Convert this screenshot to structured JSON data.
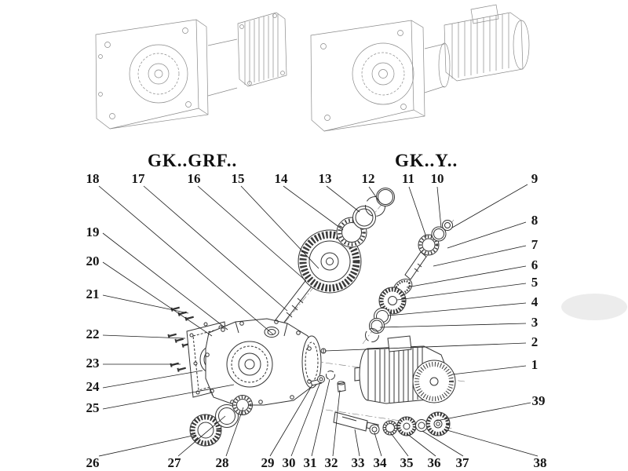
{
  "diagram": {
    "type": "exploded-parts-diagram",
    "subject": "helical-bevel gear reducer exploded view",
    "titles": {
      "left": "GK..GRF..",
      "right": "GK..Y.."
    },
    "callouts": [
      {
        "num": "18"
      },
      {
        "num": "17"
      },
      {
        "num": "16"
      },
      {
        "num": "15"
      },
      {
        "num": "14"
      },
      {
        "num": "13"
      },
      {
        "num": "12"
      },
      {
        "num": "11"
      },
      {
        "num": "10"
      },
      {
        "num": "9"
      },
      {
        "num": "8"
      },
      {
        "num": "7"
      },
      {
        "num": "6"
      },
      {
        "num": "5"
      },
      {
        "num": "4"
      },
      {
        "num": "3"
      },
      {
        "num": "2"
      },
      {
        "num": "1"
      },
      {
        "num": "39"
      },
      {
        "num": "19"
      },
      {
        "num": "20"
      },
      {
        "num": "21"
      },
      {
        "num": "22"
      },
      {
        "num": "23"
      },
      {
        "num": "24"
      },
      {
        "num": "25"
      },
      {
        "num": "26"
      },
      {
        "num": "27"
      },
      {
        "num": "28"
      },
      {
        "num": "29"
      },
      {
        "num": "30"
      },
      {
        "num": "31"
      },
      {
        "num": "32"
      },
      {
        "num": "33"
      },
      {
        "num": "34"
      },
      {
        "num": "35"
      },
      {
        "num": "36"
      },
      {
        "num": "37"
      },
      {
        "num": "38"
      }
    ]
  }
}
